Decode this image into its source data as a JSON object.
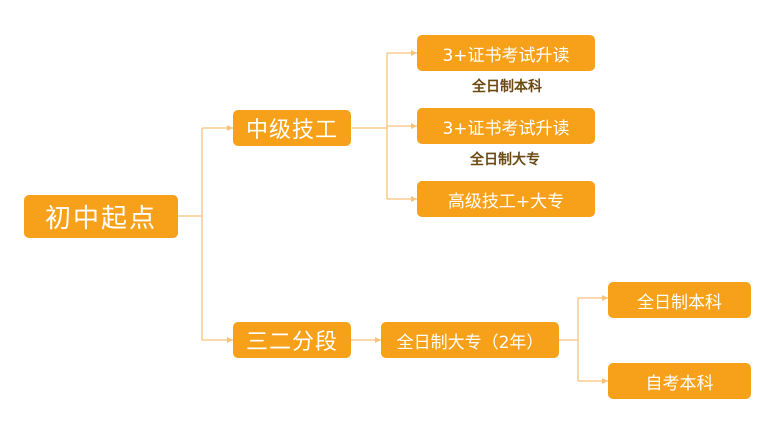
{
  "diagram": {
    "root": "初中起点",
    "branch_1": {
      "label": "中级技工",
      "children": [
        {
          "label": "3+证书考试升读",
          "note": "全日制本科"
        },
        {
          "label": "3+证书考试升读",
          "note": "全日制大专"
        },
        {
          "label": "高级技工+大专"
        }
      ]
    },
    "branch_2": {
      "label": "三二分段",
      "child": {
        "label": "全日制大专（2年）"
      },
      "grandchildren": [
        {
          "label": "全日制本科"
        },
        {
          "label": "自考本科"
        }
      ]
    },
    "colors": {
      "node_fill": "#F7A11A",
      "node_text": "#FFFFFF",
      "note_text": "#6B4A12",
      "connector": "#F9C27A"
    }
  }
}
